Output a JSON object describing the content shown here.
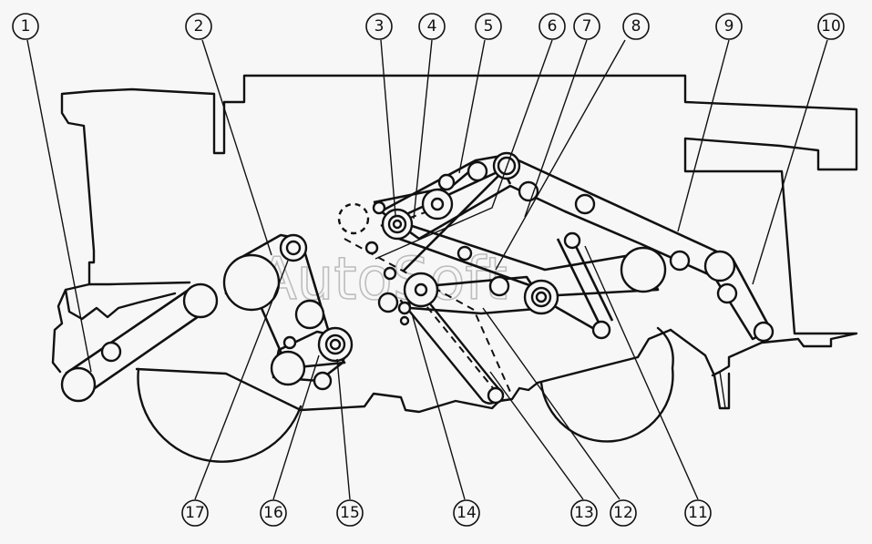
{
  "watermark": "AutoSoft",
  "callouts": [
    {
      "label": "1"
    },
    {
      "label": "2"
    },
    {
      "label": "3"
    },
    {
      "label": "4"
    },
    {
      "label": "5"
    },
    {
      "label": "6"
    },
    {
      "label": "7"
    },
    {
      "label": "8"
    },
    {
      "label": "9"
    },
    {
      "label": "10"
    },
    {
      "label": "11"
    },
    {
      "label": "12"
    },
    {
      "label": "13"
    },
    {
      "label": "14"
    },
    {
      "label": "15"
    },
    {
      "label": "16"
    },
    {
      "label": "17"
    }
  ]
}
